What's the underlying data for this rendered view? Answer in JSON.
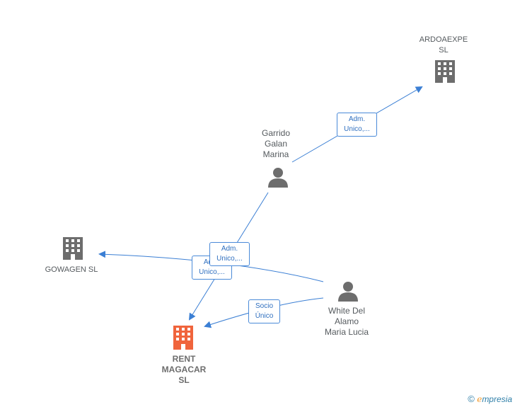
{
  "nodes": {
    "ardoaexpe": {
      "label": "ARDOAEXPE\nSL",
      "type": "company"
    },
    "garrido": {
      "label": "Garrido\nGalan\nMarina",
      "type": "person"
    },
    "gowagen": {
      "label": "GOWAGEN  SL",
      "type": "company"
    },
    "rent": {
      "label": "RENT\nMAGACAR\nSL",
      "type": "company-focus"
    },
    "white": {
      "label": "White Del\nAlamo\nMaria Lucia",
      "type": "person"
    }
  },
  "edges": {
    "garrido_ardoaexpe": "Adm.\nUnico,...",
    "garrido_rent": "Adm.\nUnico,...",
    "white_gowagen": "Adm.\nUnico,...",
    "white_rent": "Socio\nÚnico"
  },
  "colors": {
    "edge": "#3b7fd4",
    "company_icon": "#6d6d6d",
    "focus_icon": "#f0643c",
    "person_icon": "#6d6d6d"
  },
  "icons": {
    "company": "building-icon",
    "person": "person-icon"
  },
  "footer": {
    "copyright": "©",
    "brand_initial": "e",
    "brand_rest": "mpresia"
  }
}
